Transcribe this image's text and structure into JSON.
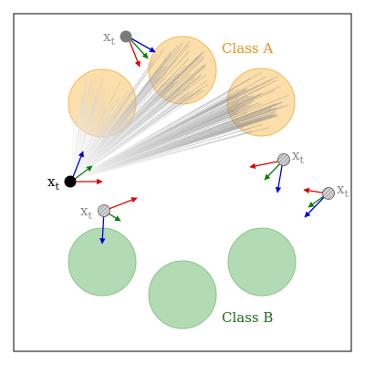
{
  "classes": [
    {
      "label": "Class A",
      "fill": "#fbd38d",
      "stroke": "#f5b75c",
      "text_color": "#e8901a"
    },
    {
      "label": "Class B",
      "fill": "#b3dbb3",
      "stroke": "#8cc28c",
      "text_color": "#1a6b1a"
    }
  ],
  "point_label": {
    "base": "x",
    "sub": "t"
  },
  "colors": {
    "active_point": "#000000",
    "faded_point": "#7a7a7a",
    "faded_label": "#8a8a8a",
    "arrow_red": "#e00000",
    "arrow_green": "#0a7d0a",
    "arrow_blue": "#0000dd",
    "ray": "#9a9a9a",
    "frame": "#000000"
  },
  "icons": {
    "active_point": "filled-circle",
    "faded_point_solid": "filled-circle",
    "faded_point_hatched": "hatched-circle"
  }
}
